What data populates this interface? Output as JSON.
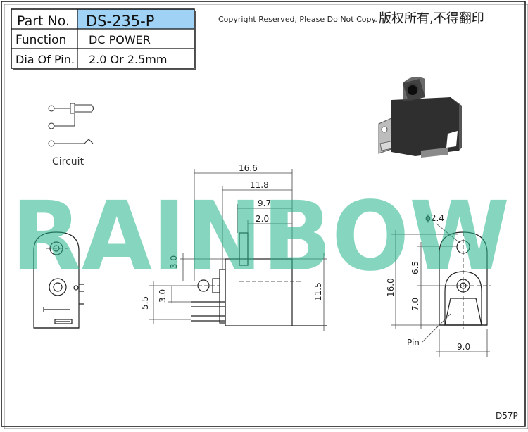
{
  "spec_table": {
    "rows": [
      {
        "label": "Part No.",
        "value": "DS-235-P"
      },
      {
        "label": "Function",
        "value": "DC POWER"
      },
      {
        "label": "Dia Of Pin.",
        "value": "2.0 Or 2.5mm"
      }
    ]
  },
  "copyright": {
    "english": "Copyright Reserved, Please Do Not Copy.",
    "chinese": "版权所有,不得翻印"
  },
  "circuit_label": "Circuit",
  "watermark": "RAINBOW",
  "dimensions": {
    "d_16_6": "16.6",
    "d_11_8": "11.8",
    "d_9_7": "9.7",
    "d_2_0": "2.0",
    "d_3_0_top": "3.0",
    "d_3_0_side": "3.0",
    "d_5_5": "5.5",
    "d_11_5": "11.5",
    "d_dia_2_4": "ϕ2.4",
    "d_16_0": "16.0",
    "d_6_5": "6.5",
    "d_7_0": "7.0",
    "d_9_0": "9.0"
  },
  "pin_label": "Pin",
  "drawing_code": "D57P",
  "colors": {
    "highlight": "#9fd2f4",
    "watermark": "#22b48a",
    "line": "#111111"
  }
}
